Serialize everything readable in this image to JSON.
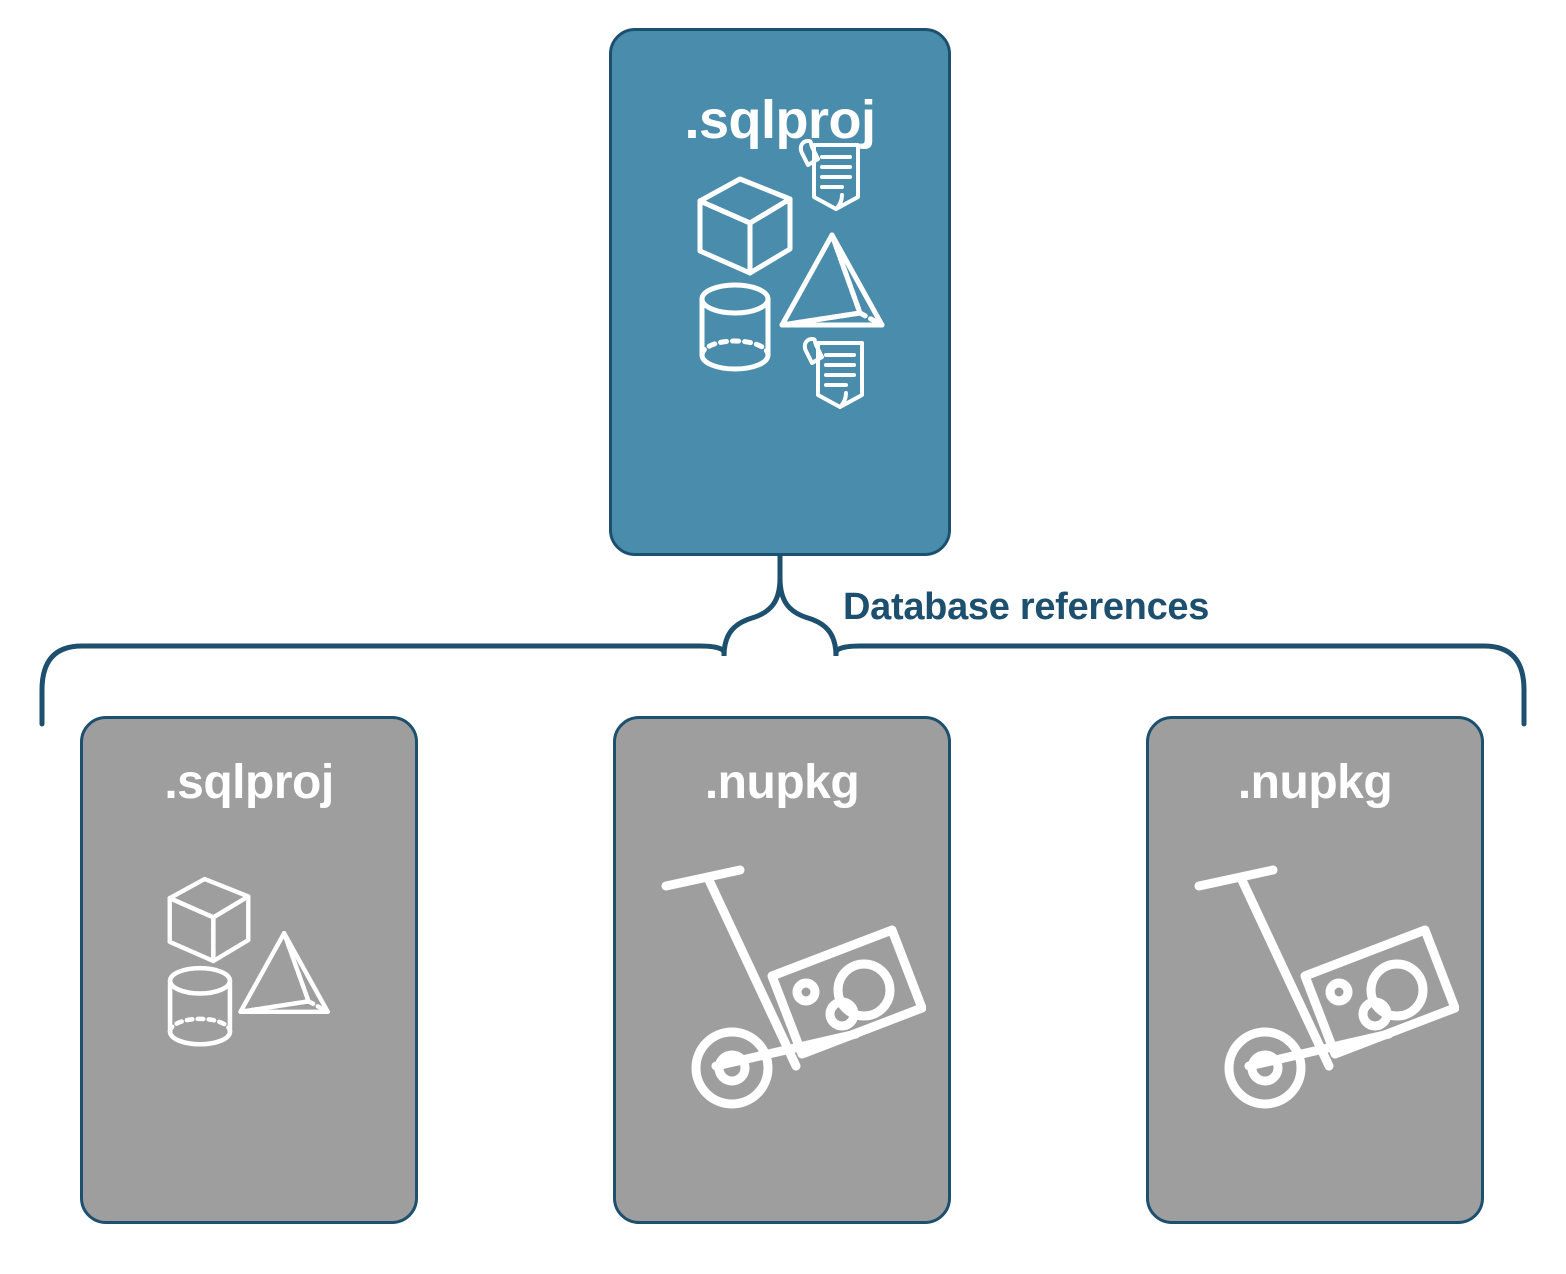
{
  "diagram": {
    "title": "Database references",
    "colors": {
      "primary_node_fill": "#4a8cab",
      "secondary_node_fill": "#9e9e9e",
      "node_border": "#1d4f6e",
      "label_text": "#1d4f6e",
      "icon_stroke": "#ffffff",
      "background": "#ffffff"
    },
    "root_node": {
      "label": ".sqlproj",
      "icons": [
        "cube-icon",
        "scroll-icon",
        "pyramid-icon",
        "cylinder-icon",
        "scroll-icon"
      ]
    },
    "edge": {
      "label": "Database references",
      "style": "curly-brace"
    },
    "reference_nodes": [
      {
        "label": ".sqlproj",
        "icons": [
          "cube-icon",
          "pyramid-icon",
          "cylinder-icon"
        ]
      },
      {
        "label": ".nupkg",
        "icons": [
          "package-dolly-icon"
        ]
      },
      {
        "label": ".nupkg",
        "icons": [
          "package-dolly-icon"
        ]
      }
    ]
  }
}
